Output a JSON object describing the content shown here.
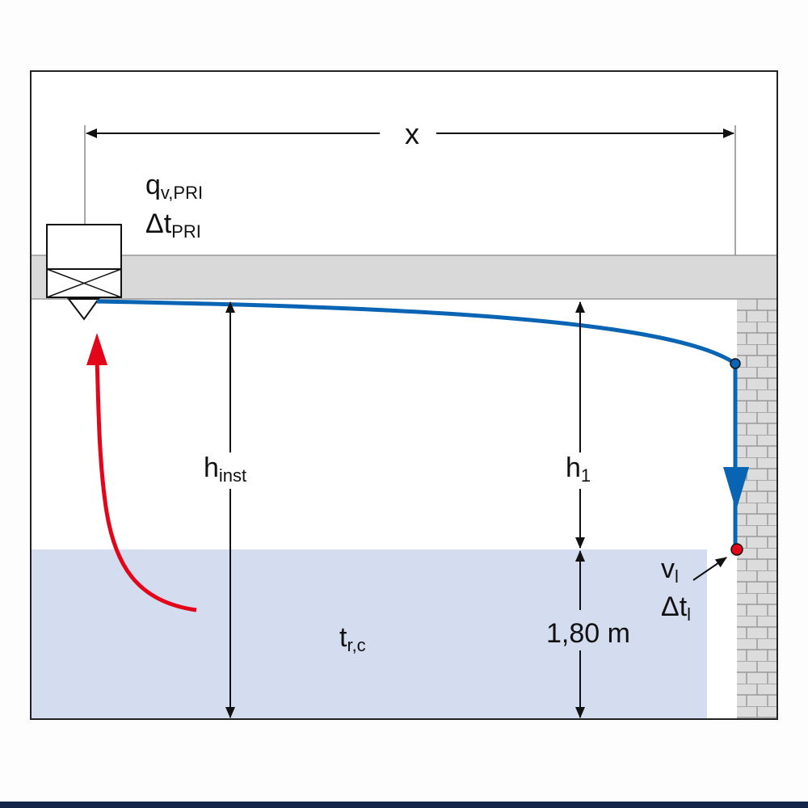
{
  "labels": {
    "distance": "x",
    "flow_main": "q",
    "flow_sub": "v,PRI",
    "delta_pri_main": "Δt",
    "delta_pri_sub": "PRI",
    "h_inst_main": "h",
    "h_inst_sub": "inst",
    "h1_main": "h",
    "h1_sub": "1",
    "height_value": "1,80 m",
    "temp_main": "t",
    "temp_sub": "r,c",
    "velocity_main": "v",
    "velocity_sub": "l",
    "delta_l_main": "Δt",
    "delta_l_sub": "l"
  },
  "colors": {
    "ceiling": "#d9d9d9",
    "water": "#d4dcef",
    "jet": "#0a64b4",
    "return_arrow": "#e3061b",
    "point": "#e3061b"
  }
}
